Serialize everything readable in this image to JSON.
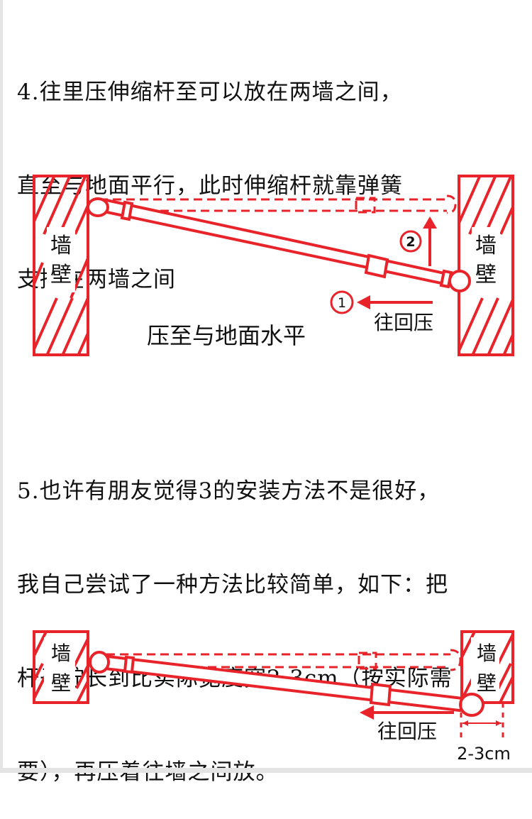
{
  "step4": {
    "lines": [
      "4.往里压伸缩杆至可以放在两墙之间，",
      "直至与地面平行，此时伸缩杆就靠弹簧",
      "支撑在两墙之间"
    ]
  },
  "diagram1": {
    "wall_left_label": [
      "墙",
      "壁"
    ],
    "wall_right_label": [
      "墙",
      "壁"
    ],
    "step1_badge": "1",
    "step2_badge": "2",
    "push_back_label": "往回压",
    "caption": "压至与地面水平"
  },
  "step5": {
    "lines": [
      "5.也许有朋友觉得3的安装方法不是很好，",
      "我自己尝试了一种方法比较简单，如下：把",
      "杆子拧长到比实际宽度宽2-3cm（按实际需",
      "要），再压着往墙之间放。"
    ]
  },
  "diagram2": {
    "wall_left_label": [
      "墙",
      "壁"
    ],
    "wall_right_label": [
      "墙",
      "壁"
    ],
    "push_back_label": "往回压",
    "dimension_label": "2-3cm"
  },
  "colors": {
    "accent_red": "#e8232a",
    "text": "#111111",
    "edge_gray": "#e4e4e4"
  }
}
